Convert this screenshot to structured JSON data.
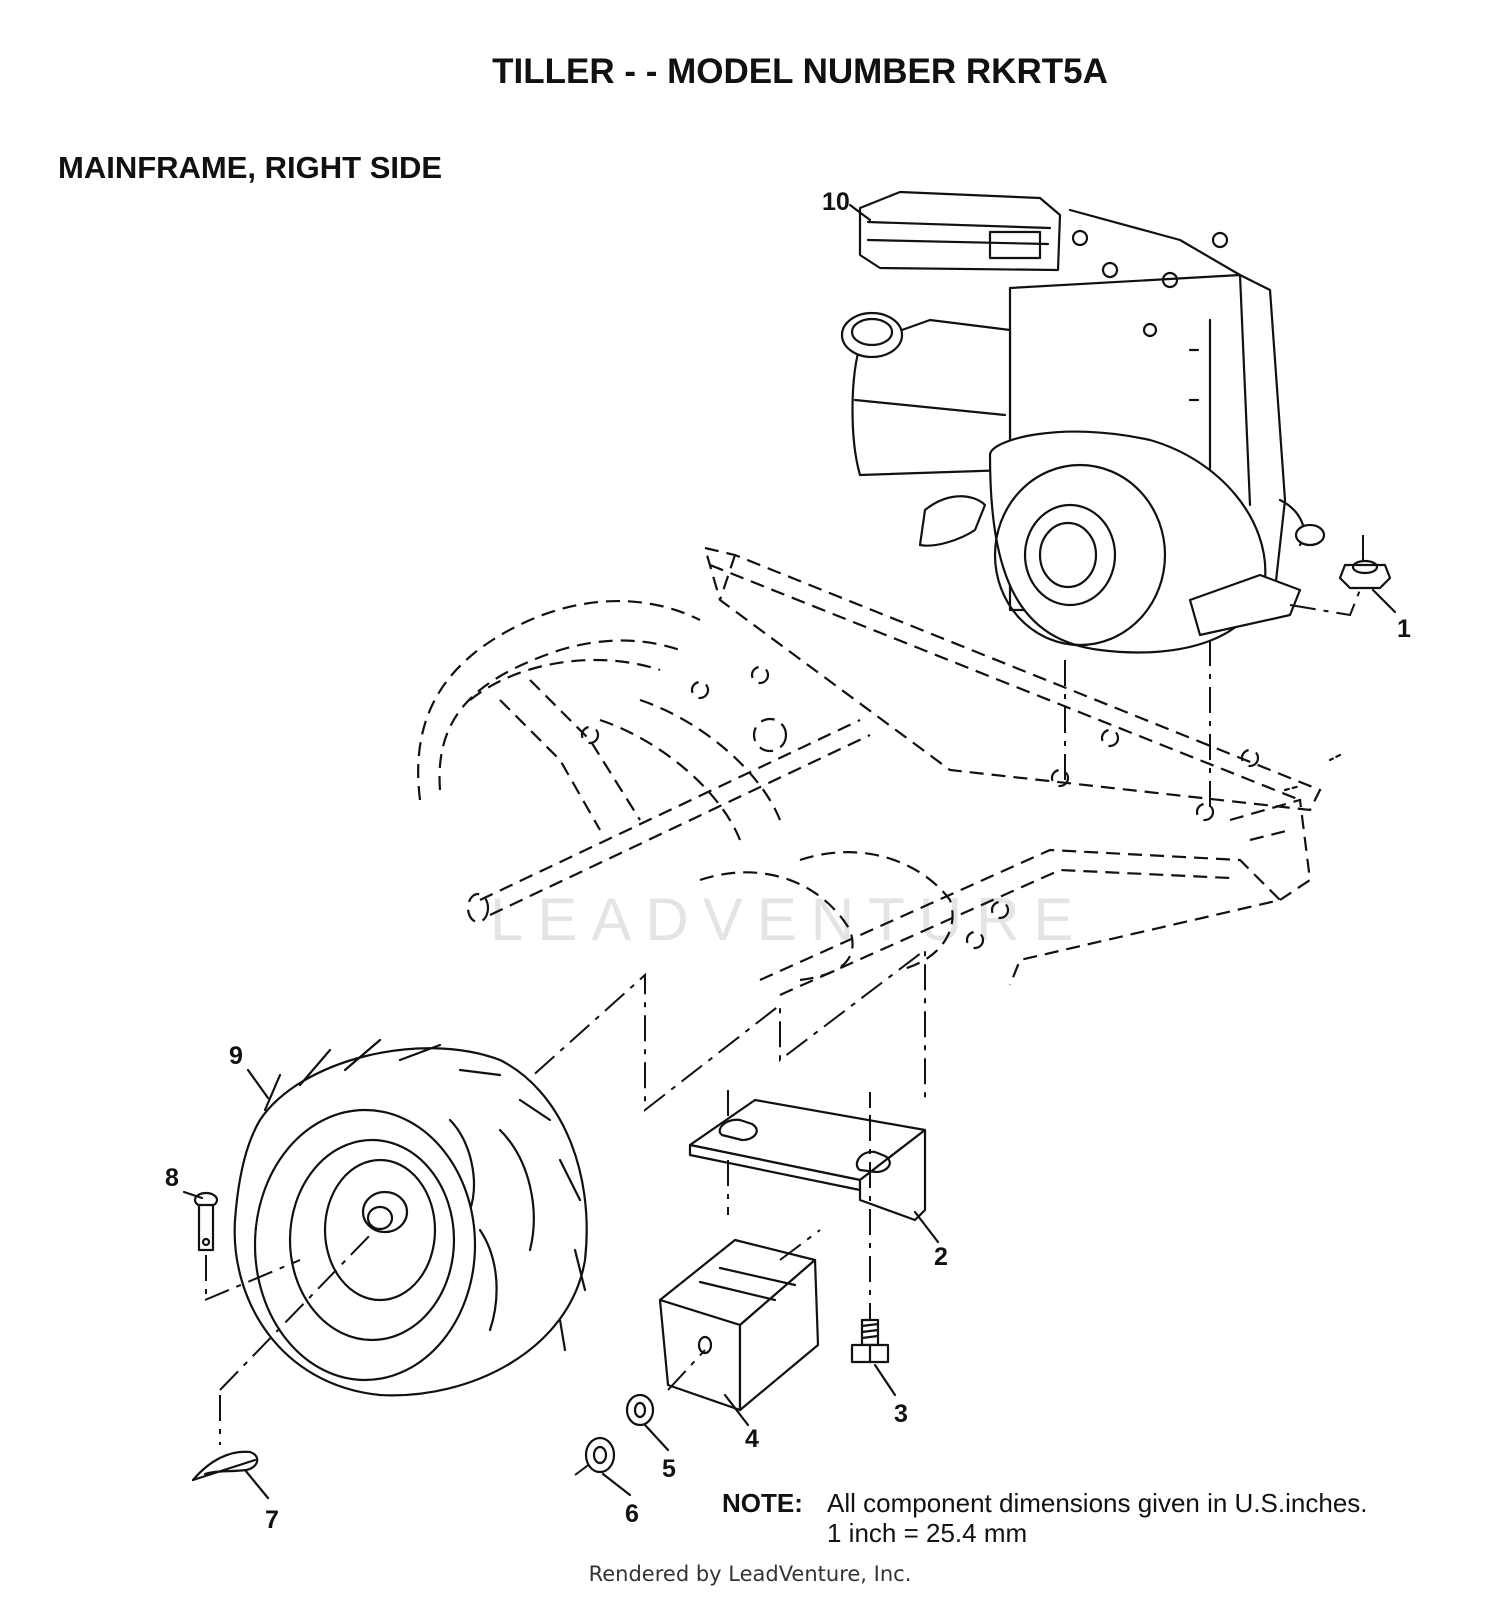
{
  "title": "TILLER - - MODEL NUMBER RKRT5A",
  "subtitle": "MAINFRAME, RIGHT SIDE",
  "watermark": "LEADVENTURE",
  "callouts": [
    "1",
    "2",
    "3",
    "4",
    "5",
    "6",
    "7",
    "8",
    "9",
    "10"
  ],
  "note": {
    "label": "NOTE:",
    "line1": "All component dimensions given in U.S.inches.",
    "line2": "1 inch = 25.4 mm"
  },
  "footer": "Rendered by LeadVenture, Inc."
}
